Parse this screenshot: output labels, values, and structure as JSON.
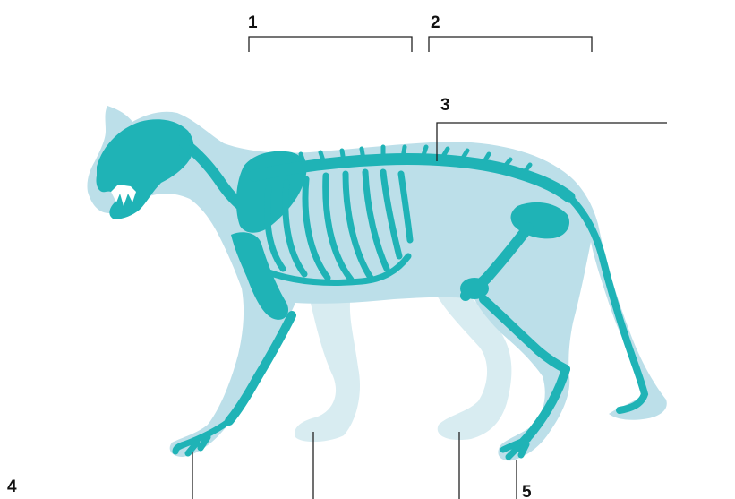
{
  "labels": {
    "l1": "1",
    "l2": "2",
    "l3": "3",
    "l4": "4",
    "l5": "5"
  },
  "colors": {
    "body_silhouette": "#bcdfe9",
    "far_legs": "#d8ecf1",
    "bone": "#1fb3b6",
    "teeth": "#ffffff",
    "leader_lines": "#222222"
  }
}
